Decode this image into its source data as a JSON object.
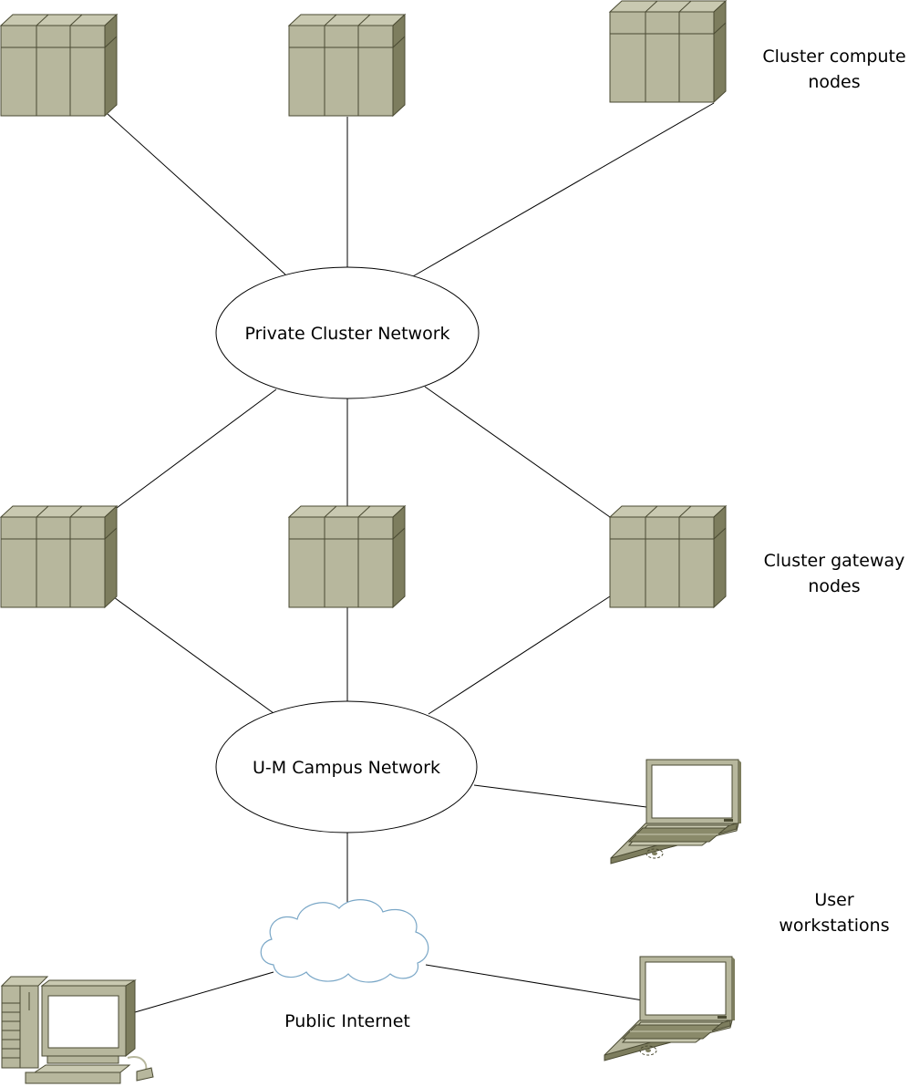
{
  "labels": {
    "private_network": "Private Cluster Network",
    "campus_network": "U-M Campus Network",
    "public_internet": "Public Internet",
    "compute_nodes_line1": "Cluster compute",
    "compute_nodes_line2": "nodes",
    "gateway_nodes_line1": "Cluster gateway",
    "gateway_nodes_line2": "nodes",
    "workstations_line1": "User",
    "workstations_line2": "workstations"
  },
  "colors": {
    "device_front": "#b7b79d",
    "device_top": "#c9c9b1",
    "device_side": "#7d7d5e",
    "device_outline": "#4a4a32",
    "cloud_outline": "#7aa7c7"
  },
  "icons": [
    "server-icon",
    "laptop-icon",
    "desktop-computer-icon",
    "cloud-icon"
  ]
}
